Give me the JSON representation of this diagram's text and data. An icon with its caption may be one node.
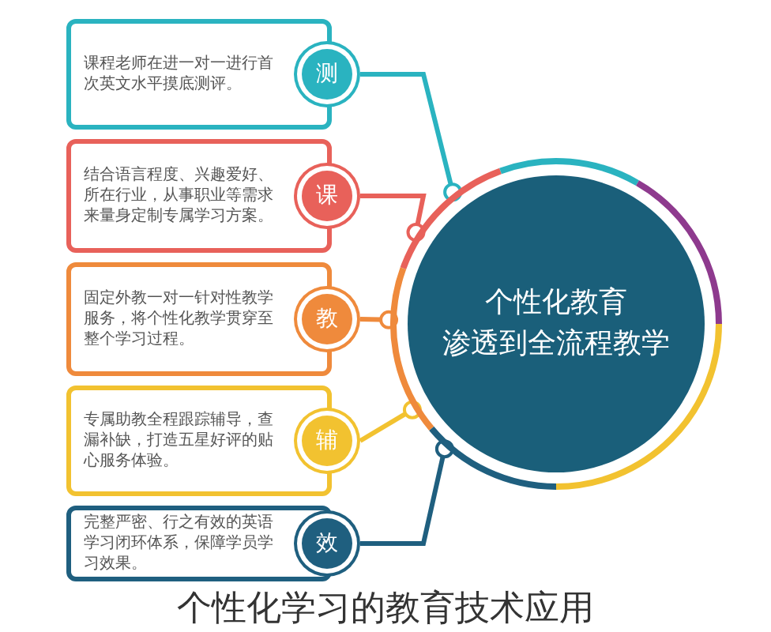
{
  "diagram": {
    "caption": "个性化学习的教育技术应用",
    "nodes": [
      {
        "text": [
          "课程老师在进一对一进行首次英文水平摸底测评。",
          "测"
        ]
      },
      {
        "text": [
          "结合语言程度、兴趣爱好、所在行业，从事职业等需求来量身定制专属学习方案。",
          "课"
        ]
      },
      {
        "text": [
          "固定外教一对一针对性教学服务，将个性化教学贯穿至整个学习过程。",
          "教"
        ]
      },
      {
        "text": [
          "专属助教全程跟踪辅导，查漏补缺，打造五星好评的贴心服务体验。",
          "辅"
        ]
      },
      {
        "text": [
          "完整严密、行之有效的英语学习闭环体系，保障学员学习效果。",
          "效"
        ]
      },
      {
        "text": [
          "个性化教育",
          "渗透到全流程教学"
        ]
      }
    ],
    "edges": [
      {
        "from": 0,
        "to": 5,
        "arrow": "other",
        "color": "#2ab3c0"
      },
      {
        "from": 1,
        "to": 5,
        "arrow": "other",
        "color": "#e8615a"
      },
      {
        "from": 2,
        "to": 5,
        "arrow": "other",
        "color": "#ef8a3c"
      },
      {
        "from": 3,
        "to": 5,
        "arrow": "other",
        "color": "#f2c230"
      },
      {
        "from": 4,
        "to": 5,
        "arrow": "other",
        "color": "#1f5f7f"
      }
    ]
  }
}
